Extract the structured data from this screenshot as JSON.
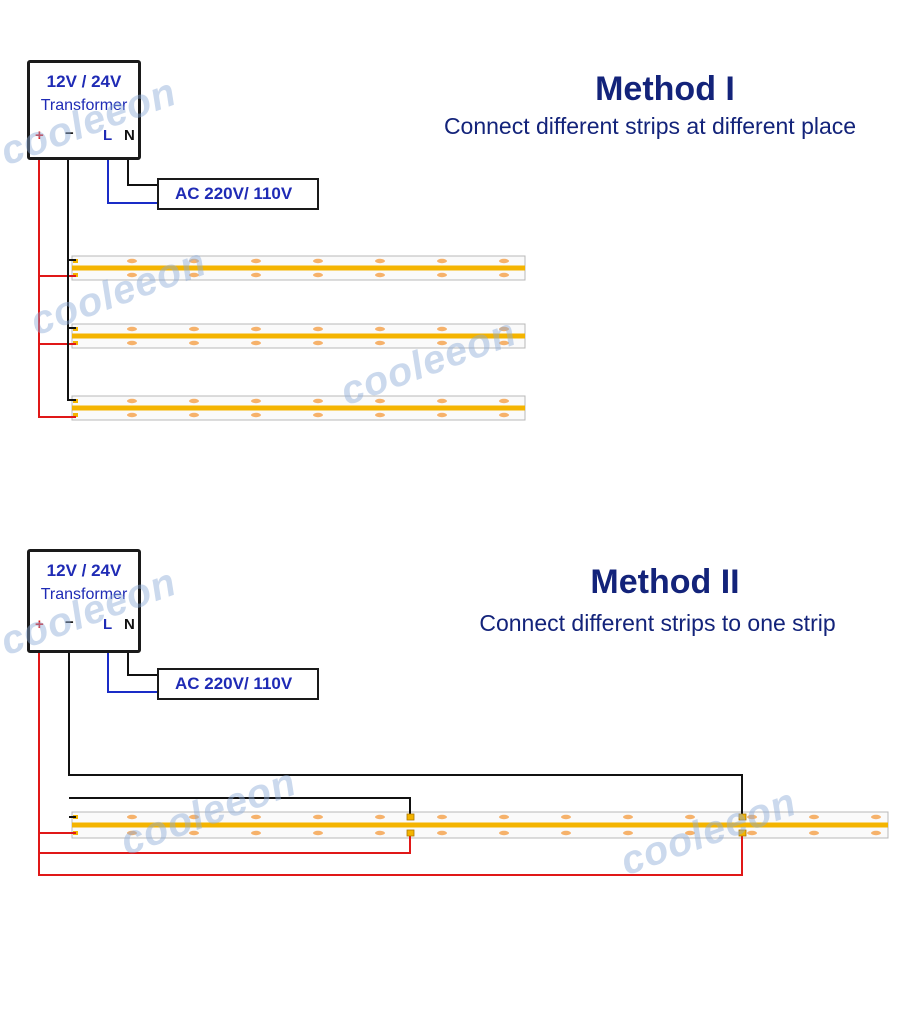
{
  "method1": {
    "title": "Method I",
    "subtitle": "Connect different strips at different place",
    "transformer": {
      "voltage": "12V / 24V",
      "label": "Transformer",
      "terminals": {
        "plus": "+",
        "minus": "−",
        "live": "L",
        "neutral": "N"
      }
    },
    "ac_label": "AC 220V/ 110V"
  },
  "method2": {
    "title": "Method II",
    "subtitle": "Connect different strips to one strip",
    "transformer": {
      "voltage": "12V / 24V",
      "label": "Transformer",
      "terminals": {
        "plus": "+",
        "minus": "−",
        "live": "L",
        "neutral": "N"
      }
    },
    "ac_label": "AC 220V/ 110V"
  },
  "watermark": "cooleeon",
  "colors": {
    "positive_wire": "#e01818",
    "negative_wire": "#111111",
    "ac_wire": "#1a2cc7",
    "heading": "#13237a",
    "led": "#f4b400"
  }
}
